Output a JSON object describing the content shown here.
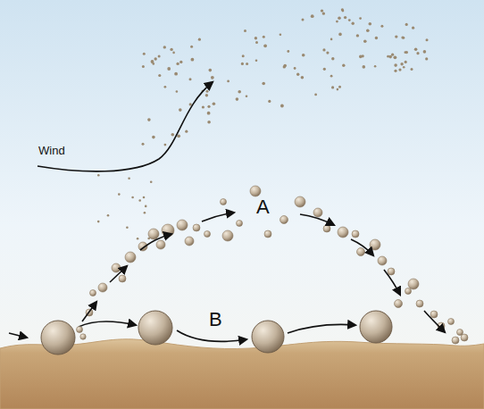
{
  "diagram": {
    "labels": [
      "Wind",
      "A",
      "B"
    ]
  }
}
